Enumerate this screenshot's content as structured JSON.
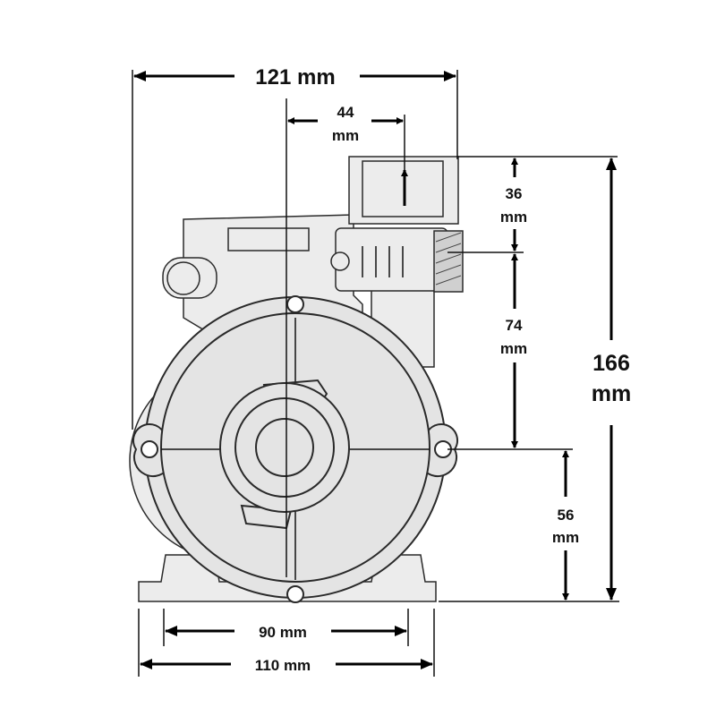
{
  "dimensions": {
    "overall_width": "121 mm",
    "outlet_offset": {
      "value": "44",
      "unit": "mm"
    },
    "outlet_height": {
      "value": "36",
      "unit": "mm"
    },
    "outlet_to_inlet": {
      "value": "74",
      "unit": "mm"
    },
    "overall_height": {
      "value": "166",
      "unit": "mm"
    },
    "inlet_height": {
      "value": "56",
      "unit": "mm"
    },
    "foot_hole_spacing": "90 mm",
    "base_width": "110 mm"
  },
  "colors": {
    "body": "#e4e4e4",
    "line": "#2a2a2a"
  }
}
